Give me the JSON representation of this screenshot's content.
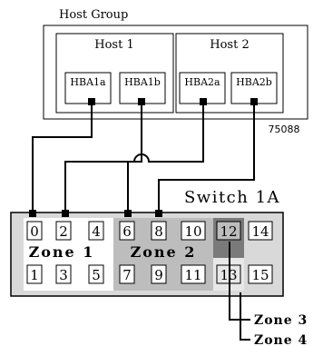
{
  "host_group": {
    "title": "Host Group",
    "hosts": [
      {
        "label": "Host 1",
        "hbas": [
          "HBA1a",
          "HBA1b"
        ]
      },
      {
        "label": "Host 2",
        "hbas": [
          "HBA2a",
          "HBA2b"
        ]
      }
    ],
    "figure_number": "75088"
  },
  "switch": {
    "title": "Switch 1A",
    "ports_top": [
      "0",
      "2",
      "4",
      "6",
      "8",
      "10",
      "12",
      "14"
    ],
    "ports_bottom": [
      "1",
      "3",
      "5",
      "7",
      "9",
      "11",
      "13",
      "15"
    ]
  },
  "zones": [
    {
      "label": "Zone 1",
      "color": "#ffffff"
    },
    {
      "label": "Zone 2",
      "color": "#bdbdbd"
    },
    {
      "label": "Zone 3",
      "color": "#7a7a7a"
    },
    {
      "label": "Zone 4",
      "color": "#e8e8e8"
    }
  ],
  "colors": {
    "switch_body": "#d9d9d9",
    "line": "#000000"
  }
}
